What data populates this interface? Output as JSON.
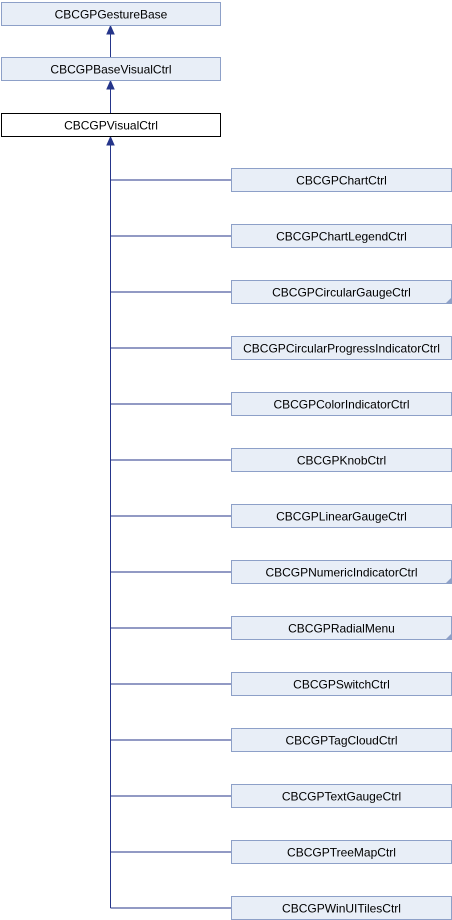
{
  "ancestors": [
    {
      "label": "CBCGPGestureBase"
    },
    {
      "label": "CBCGPBaseVisualCtrl"
    }
  ],
  "current": {
    "label": "CBCGPVisualCtrl"
  },
  "children": [
    {
      "label": "CBCGPChartCtrl",
      "has_more": false
    },
    {
      "label": "CBCGPChartLegendCtrl",
      "has_more": false
    },
    {
      "label": "CBCGPCircularGaugeCtrl",
      "has_more": true
    },
    {
      "label": "CBCGPCircularProgressIndicatorCtrl",
      "has_more": false
    },
    {
      "label": "CBCGPColorIndicatorCtrl",
      "has_more": false
    },
    {
      "label": "CBCGPKnobCtrl",
      "has_more": false
    },
    {
      "label": "CBCGPLinearGaugeCtrl",
      "has_more": false
    },
    {
      "label": "CBCGPNumericIndicatorCtrl",
      "has_more": true
    },
    {
      "label": "CBCGPRadialMenu",
      "has_more": true
    },
    {
      "label": "CBCGPSwitchCtrl",
      "has_more": false
    },
    {
      "label": "CBCGPTagCloudCtrl",
      "has_more": false
    },
    {
      "label": "CBCGPTextGaugeCtrl",
      "has_more": false
    },
    {
      "label": "CBCGPTreeMapCtrl",
      "has_more": false
    },
    {
      "label": "CBCGPWinUITilesCtrl",
      "has_more": false
    }
  ],
  "colors": {
    "node_fill": "#e8eef7",
    "node_stroke": "#8da0c8",
    "edge": "#25358a",
    "current_stroke": "#000000"
  }
}
